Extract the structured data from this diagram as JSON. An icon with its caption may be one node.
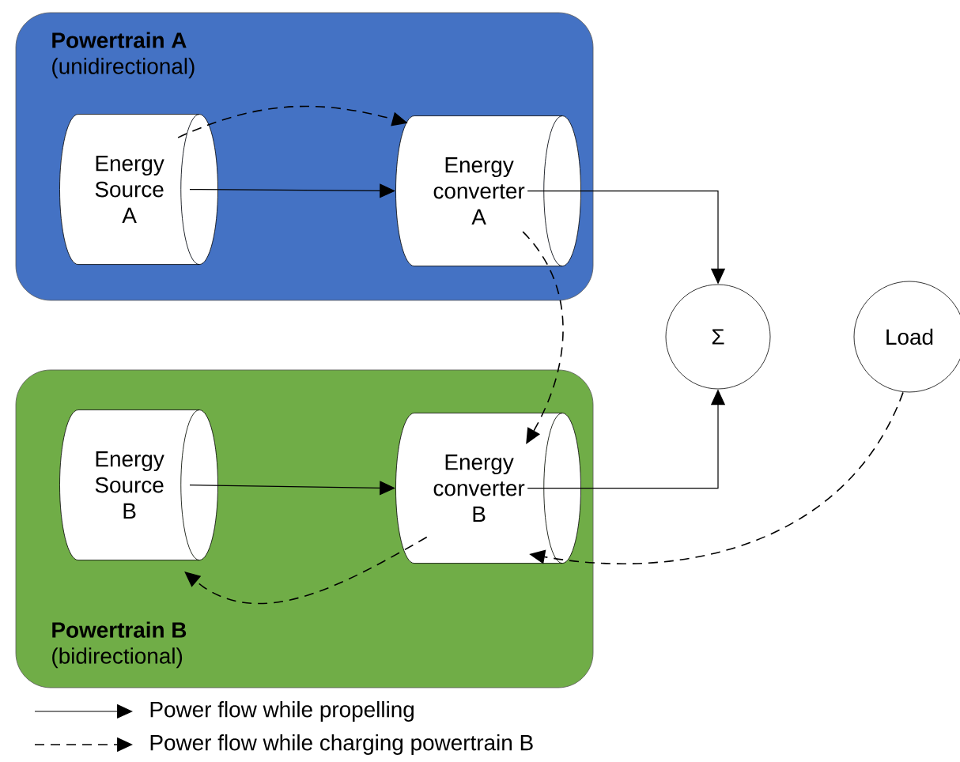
{
  "diagram": {
    "nodes": [
      {
        "text": [
          "Powertrain A",
          "(unidirectional)"
        ]
      },
      {
        "text": [
          "Energy Source A"
        ],
        "in": 0
      },
      {
        "text": [
          "Energy converter A"
        ],
        "in": 0
      },
      {
        "text": [
          "Powertrain B",
          "(bidirectional)"
        ]
      },
      {
        "text": [
          "Energy Source B"
        ],
        "in": 3
      },
      {
        "text": [
          "Energy converter B"
        ],
        "in": 3
      },
      {
        "text": [
          "Σ"
        ]
      },
      {
        "text": [
          "Load"
        ]
      }
    ],
    "edges": [
      {
        "from": 1,
        "to": 2,
        "arrow": "to"
      },
      {
        "from": 1,
        "to": 2,
        "arrow": "to",
        "style": "dashed"
      },
      {
        "from": 2,
        "to": 6,
        "arrow": "to"
      },
      {
        "from": 2,
        "to": 5,
        "arrow": "to",
        "style": "dashed"
      },
      {
        "from": 5,
        "to": 6,
        "arrow": "to"
      },
      {
        "from": 4,
        "to": 5,
        "arrow": "to"
      },
      {
        "from": 5,
        "to": 4,
        "arrow": "to",
        "style": "dashed"
      },
      {
        "from": 7,
        "to": 5,
        "arrow": "to",
        "style": "dashed"
      }
    ],
    "legend": [
      {
        "text": "Power flow while propelling"
      },
      {
        "text": "Power flow while charging powertrain B"
      }
    ]
  }
}
